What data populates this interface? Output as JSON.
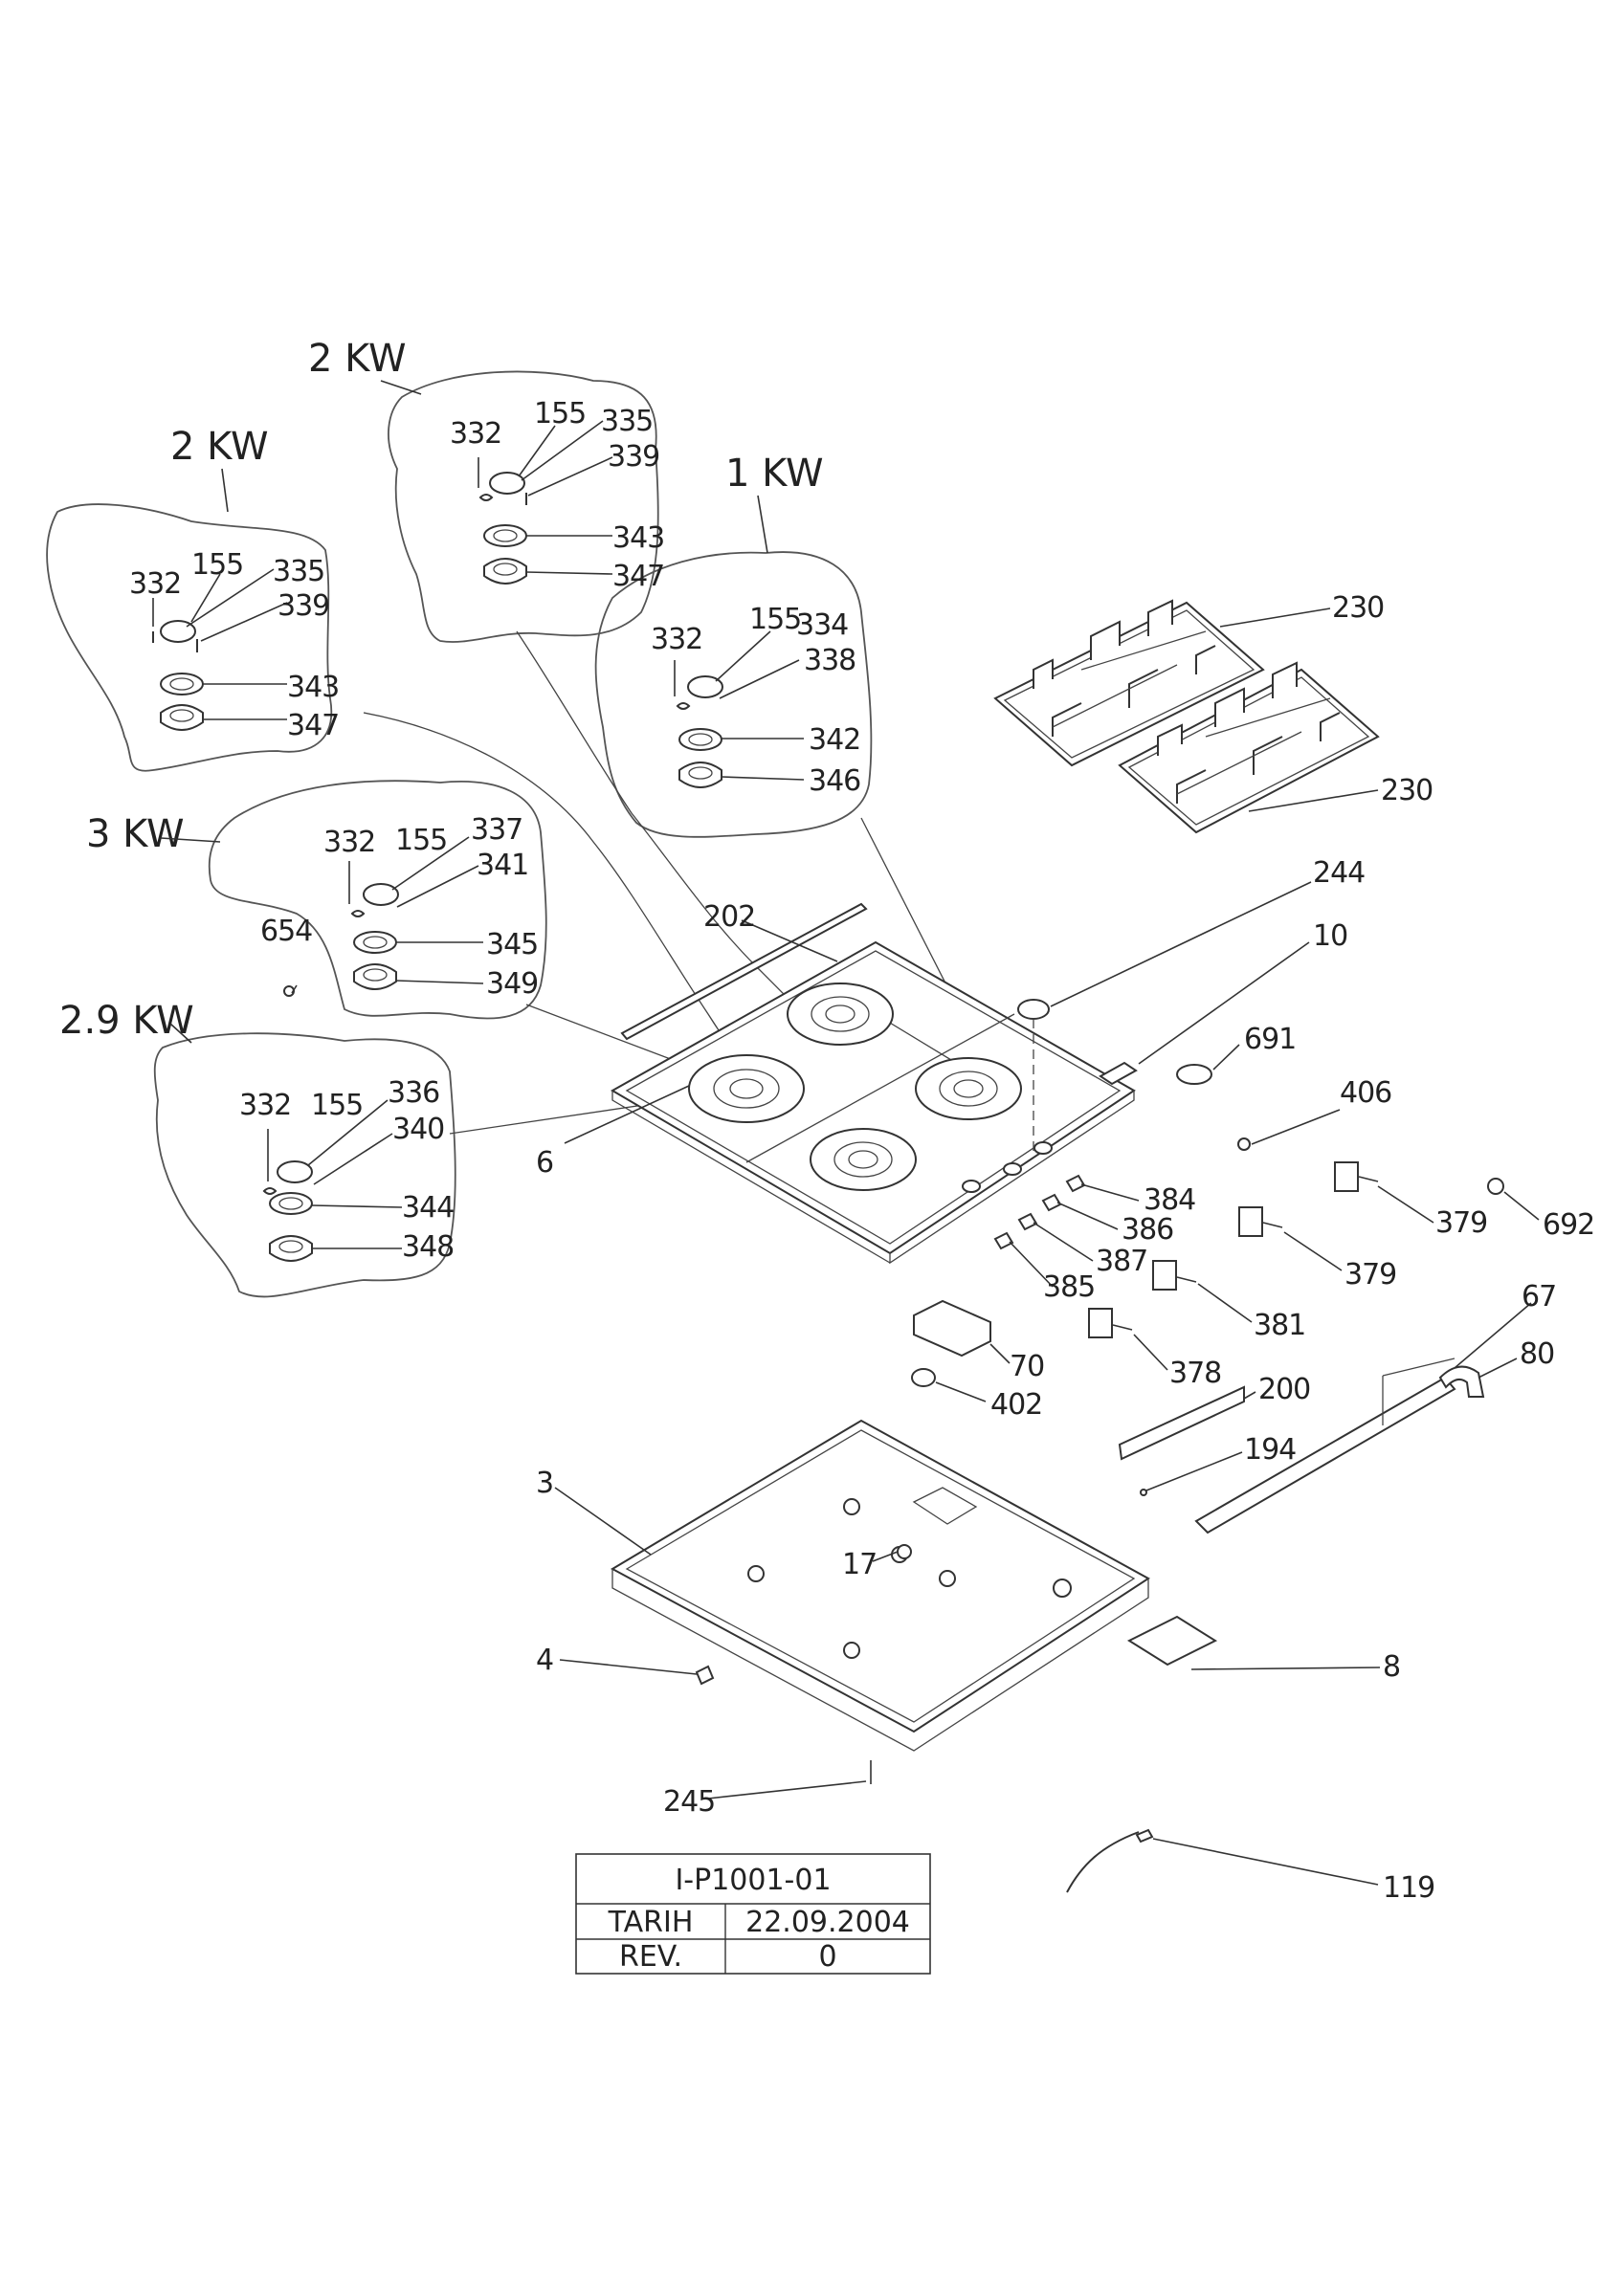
{
  "burner_groups": [
    {
      "id": "g1",
      "power": "2 KW"
    },
    {
      "id": "g2",
      "power": "2 KW"
    },
    {
      "id": "g3",
      "power": "1 KW"
    },
    {
      "id": "g4",
      "power": "3 KW"
    },
    {
      "id": "g5",
      "power": "2.9 KW"
    }
  ],
  "labels": {
    "g1_332": "332",
    "g1_155": "155",
    "g1_335": "335",
    "g1_339": "339",
    "g1_343": "343",
    "g1_347": "347",
    "g2_332": "332",
    "g2_155": "155",
    "g2_335": "335",
    "g2_339": "339",
    "g2_343": "343",
    "g2_347": "347",
    "g3_332": "332",
    "g3_155": "155",
    "g3_334": "334",
    "g3_338": "338",
    "g3_342": "342",
    "g3_346": "346",
    "g4_332": "332",
    "g4_155": "155",
    "g4_337": "337",
    "g4_341": "341",
    "g4_345": "345",
    "g4_349": "349",
    "g5_332": "332",
    "g5_155": "155",
    "g5_336": "336",
    "g5_340": "340",
    "g5_344": "344",
    "g5_348": "348",
    "p654": "654",
    "p230a": "230",
    "p230b": "230",
    "p244": "244",
    "p10": "10",
    "p691": "691",
    "p406": "406",
    "p202": "202",
    "p6": "6",
    "p384": "384",
    "p386": "386",
    "p387": "387",
    "p385": "385",
    "p379a": "379",
    "p379b": "379",
    "p692": "692",
    "p381": "381",
    "p378": "378",
    "p70": "70",
    "p402": "402",
    "p200": "200",
    "p67": "67",
    "p80": "80",
    "p194": "194",
    "p3": "3",
    "p17": "17",
    "p4": "4",
    "p8": "8",
    "p245": "245",
    "p119": "119"
  },
  "title_block": {
    "drawing_no": "I-P1001-01",
    "date_label": "TARIH",
    "date_value": "22.09.2004",
    "rev_label": "REV.",
    "rev_value": "0"
  }
}
